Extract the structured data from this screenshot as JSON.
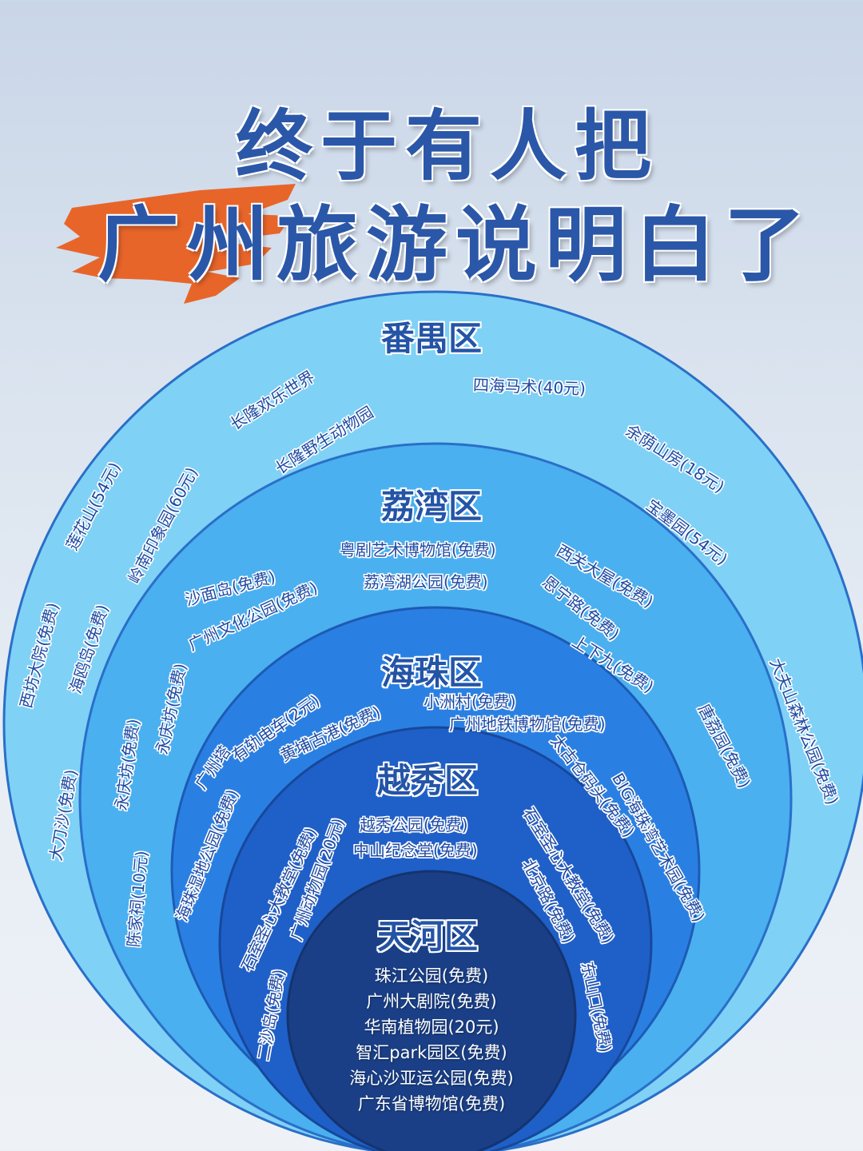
{
  "title": {
    "line1": "终于有人把",
    "line2": "广州旅游说明白了"
  },
  "colors": {
    "title": "#2b57a8",
    "brush": "#e8652a",
    "ring_panyu": "#7fd1f6",
    "ring_liwan": "#4ab0f0",
    "ring_haizhu": "#2a80e2",
    "ring_yuexiu": "#1f5fc8",
    "ring_tianhe": "#1a3f86"
  },
  "districts": {
    "panyu": {
      "name": "番禺区",
      "spots": [
        "四海马术(40元)",
        "长隆欢乐世界",
        "长隆野生动物园",
        "余荫山房(18元)",
        "宝墨园(54元)",
        "莲花山(54元)",
        "岭南印象园(60元)",
        "西坊大院(免费)",
        "海鸥岛(免费)",
        "大夫山森林公园(免费)",
        "大刀沙(免费)"
      ]
    },
    "liwan": {
      "name": "荔湾区",
      "spots": [
        "粤剧艺术博物馆(免费)",
        "荔湾湖公园(免费)",
        "沙面岛(免费)",
        "广州文化公园(免费)",
        "西关大屋(免费)",
        "恩宁路(免费)",
        "上下九(免费)",
        "永庆坊(免费)",
        "永庆坊(免费)",
        "唐荔园(免费)",
        "陈家祠(10元)"
      ]
    },
    "haizhu": {
      "name": "海珠区",
      "spots": [
        "小洲村(免费)",
        "广州地铁博物馆(免费)",
        "有轨电车(2元)",
        "黄埔古港(免费)",
        "广州塔",
        "太古仓码头(免费)",
        "BIG海珠湾艺术园(免费)",
        "海珠湿地公园(免费)"
      ]
    },
    "yuexiu": {
      "name": "越秀区",
      "spots": [
        "越秀公园(免费)",
        "中山纪念堂(免费)",
        "石室圣心大教堂(免费)",
        "广州动物园(20元)",
        "石室圣心大教堂(免费)",
        "北京路(免费)",
        "二沙岛(免费)",
        "东山口(免费)"
      ]
    },
    "tianhe": {
      "name": "天河区",
      "spots": [
        "珠江公园(免费)",
        "广州大剧院(免费)",
        "华南植物园(20元)",
        "智汇park园区(免费)",
        "海心沙亚运公园(免费)",
        "广东省博物馆(免费)"
      ]
    }
  }
}
